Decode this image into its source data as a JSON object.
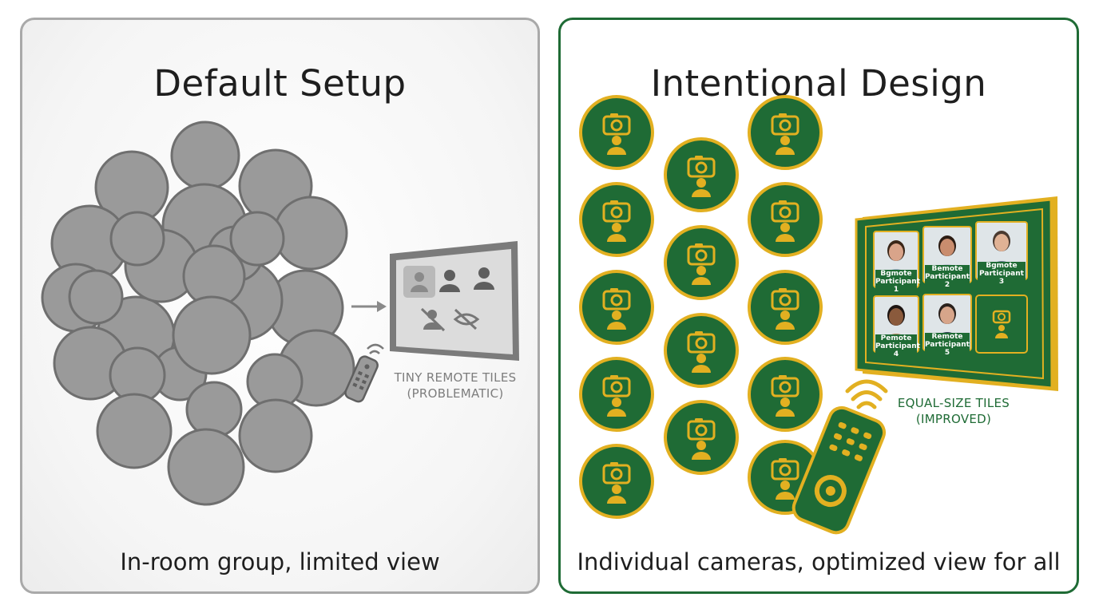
{
  "left": {
    "title": "Default Setup",
    "caption": "In-room group, limited view",
    "note_line1": "TINY REMOTE TILES",
    "note_line2": "(PROBLEMATIC)"
  },
  "right": {
    "title": "Intentional Design",
    "caption": "Individual cameras, optimized view for all",
    "note_line1": "EQUAL-SIZE TILES",
    "note_line2": "(IMPROVED)",
    "tiles": [
      {
        "line1": "Bgmote",
        "line2": "Participant 1"
      },
      {
        "line1": "Bemote",
        "line2": "Participant 2"
      },
      {
        "line1": "Bgmote",
        "line2": "Participant 3"
      },
      {
        "line1": "Pemote",
        "line2": "Participant 4"
      },
      {
        "line1": "Remote",
        "line2": "Participant 5"
      }
    ]
  },
  "colors": {
    "brand_green": "#1f6b35",
    "gold": "#e2b021",
    "crowd_gray": "#999999",
    "frame_gray": "#a9a9a9"
  }
}
